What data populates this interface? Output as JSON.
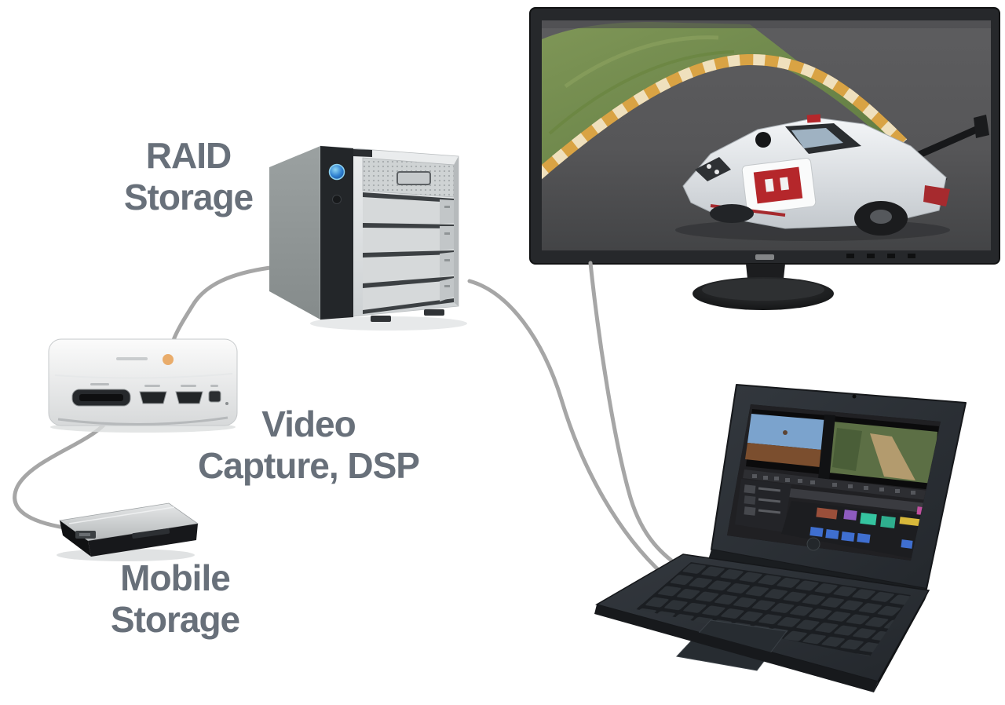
{
  "diagram": {
    "labels": {
      "raid": {
        "line1": "RAID",
        "line2": "Storage"
      },
      "video_capture": {
        "line1": "Video",
        "line2": "Capture, DSP"
      },
      "mobile": {
        "line1": "Mobile",
        "line2": "Storage"
      }
    },
    "devices": [
      {
        "id": "raid-storage",
        "name": "4-bay RAID storage tower with blue power button"
      },
      {
        "id": "video-capture-device",
        "name": "white video capture / DSP breakout box with DVI and two HDMI ports"
      },
      {
        "id": "mobile-storage-drive",
        "name": "portable mobile storage drive, silver top and black body"
      },
      {
        "id": "monitor",
        "name": "desktop monitor showing race-car track footage"
      },
      {
        "id": "laptop",
        "name": "dark laptop running video editing application with two preview clips and a timeline"
      }
    ],
    "connections": [
      {
        "from": "raid-storage",
        "to": "video-capture-device"
      },
      {
        "from": "video-capture-device",
        "to": "mobile-storage-drive"
      },
      {
        "from": "raid-storage",
        "to": "laptop"
      },
      {
        "from": "monitor",
        "to": "laptop"
      }
    ],
    "colors": {
      "background": "#ffffff",
      "label_text": "#68707a",
      "cable": "#a6a6a6",
      "monitor_bezel": "#232527",
      "laptop_body": "#2b3036",
      "power_button_blue": "#2e7fd0",
      "logo_orange": "#e8a45c",
      "curb_yellow": "#d9a344",
      "grass_green": "#718b4b",
      "car_red": "#b5272b"
    }
  }
}
